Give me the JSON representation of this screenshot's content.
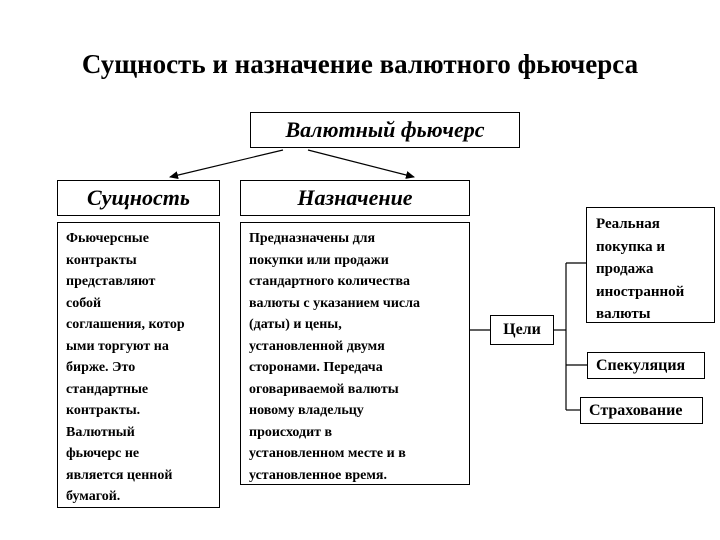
{
  "title": "Сущность и назначение валютного фьючерса",
  "root": {
    "label": "Валютный фьючерс"
  },
  "essence": {
    "header": "Сущность",
    "body": "Фьючерсные\nконтракты\nпредставляют\nсобой\nсоглашения, котор\nыми торгуют на\nбирже. Это\nстандартные\nконтракты.\nВалютный\nфьючерс не\nявляется ценной\nбумагой."
  },
  "purpose": {
    "header": "Назначение",
    "body": "Предназначены для\nпокупки или продажи\nстандартного количества\nвалюты с указанием числа\n(даты) и цены,\nустановленной двумя\nсторонами. Передача\nоговариваемой валюты\nновому владельцу\nпроисходит в\nустановленном месте и в\nустановленное время."
  },
  "goals": {
    "label": "Цели",
    "items": [
      {
        "label": "Реальная\nпокупка и\nпродажа\nиностранной\nвалюты"
      },
      {
        "label": "Спекуляция"
      },
      {
        "label": "Страхование"
      }
    ]
  },
  "colors": {
    "ink": "#000000",
    "background": "#ffffff"
  }
}
